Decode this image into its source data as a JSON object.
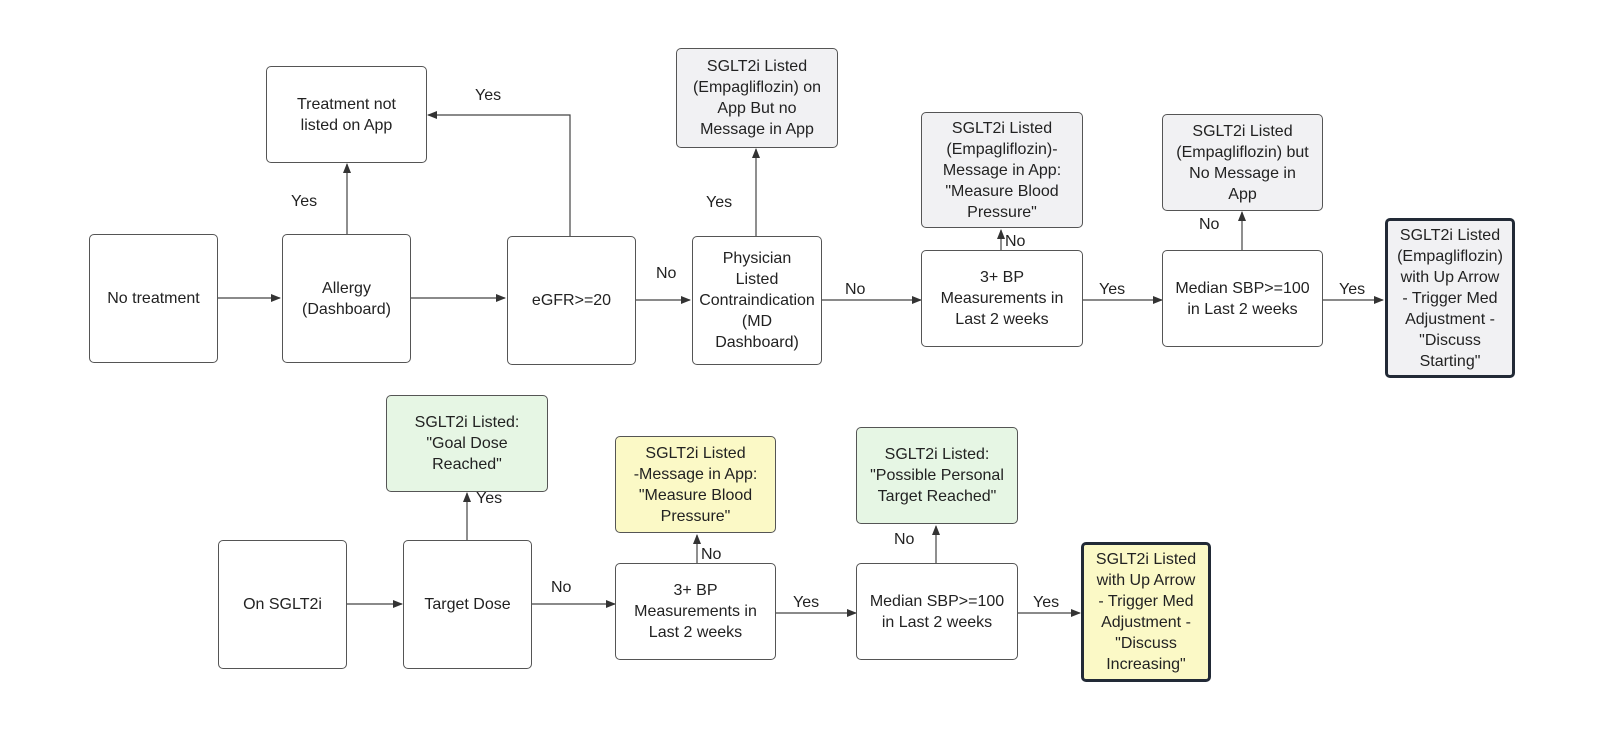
{
  "nodes": {
    "no_treatment": "No treatment",
    "allergy": "Allergy\n(Dashboard)",
    "treatment_not_listed": "Treatment not\nlisted on App",
    "egfr": "eGFR>=20",
    "physician": "Physician\nListed\nContraindication\n(MD\nDashboard)",
    "sglt2_no_message_top": "SGLT2i Listed\n(Empagliflozin) on\nApp But no\nMessage in App",
    "bp_measurements_1": "3+ BP\nMeasurements in\nLast 2 weeks",
    "measure_bp_1": "SGLT2i Listed\n(Empagliflozin)-\nMessage in App:\n\"Measure Blood\nPressure\"",
    "median_sbp_1": "Median SBP>=100\nin Last 2 weeks",
    "no_message_2": "SGLT2i Listed\n(Empagliflozin) but\nNo Message in\nApp",
    "discuss_starting": "SGLT2i Listed\n(Empagliflozin)\nwith Up Arrow\n- Trigger Med\nAdjustment -\n\"Discuss\nStarting\"",
    "on_sglt2i": "On SGLT2i",
    "target_dose": "Target Dose",
    "goal_dose": "SGLT2i Listed:\n\"Goal Dose\nReached\"",
    "bp_measurements_2": "3+ BP\nMeasurements in\nLast 2 weeks",
    "measure_bp_2": "SGLT2i Listed\n-Message in App:\n\"Measure Blood\nPressure\"",
    "median_sbp_2": "Median SBP>=100\nin Last 2 weeks",
    "personal_target": "SGLT2i Listed:\n\"Possible Personal\nTarget Reached\"",
    "discuss_increasing": "SGLT2i Listed\nwith Up Arrow\n- Trigger Med\nAdjustment -\n\"Discuss\nIncreasing\""
  },
  "labels": {
    "yes_allergy": "Yes",
    "yes_egfr": "Yes",
    "no_egfr": "No",
    "yes_physician": "Yes",
    "no_physician": "No",
    "no_bp1": "No",
    "yes_bp1": "Yes",
    "no_sbp1": "No",
    "yes_sbp1": "Yes",
    "yes_target": "Yes",
    "no_target": "No",
    "no_bp2": "No",
    "yes_bp2": "Yes",
    "no_sbp2": "No",
    "yes_sbp2": "Yes"
  },
  "colors": {
    "gray": "#f1f1f3",
    "green": "#e6f6e4",
    "yellow": "#fbf9c6",
    "line": "#444444"
  }
}
